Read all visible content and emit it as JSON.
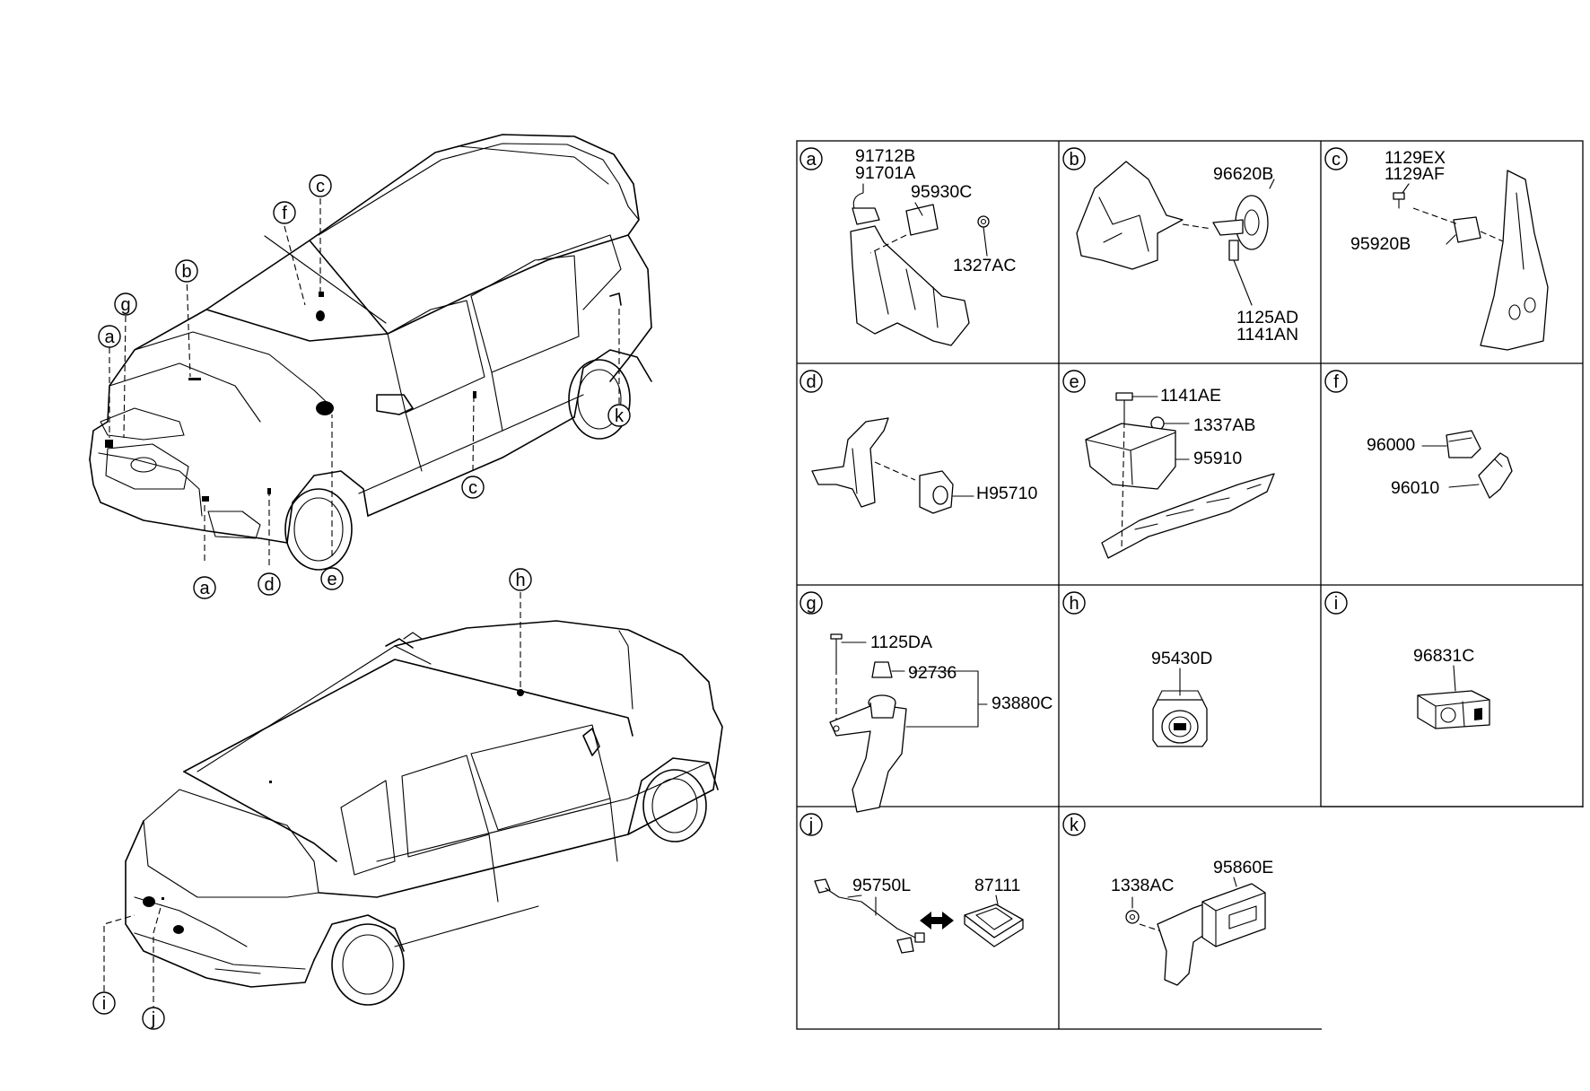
{
  "callouts": {
    "front_car": [
      "a",
      "b",
      "c",
      "d",
      "e",
      "f",
      "g",
      "c",
      "k"
    ],
    "rear_car": [
      "h",
      "i",
      "j"
    ]
  },
  "cells": [
    {
      "letter": "a",
      "parts": [
        "91712B",
        "91701A",
        "95930C",
        "1327AC"
      ]
    },
    {
      "letter": "b",
      "parts": [
        "96620B",
        "1125AD",
        "1141AN"
      ]
    },
    {
      "letter": "c",
      "parts": [
        "1129EX",
        "1129AF",
        "95920B"
      ]
    },
    {
      "letter": "d",
      "parts": [
        "H95710"
      ]
    },
    {
      "letter": "e",
      "parts": [
        "1141AE",
        "1337AB",
        "95910"
      ]
    },
    {
      "letter": "f",
      "parts": [
        "96000",
        "96010"
      ]
    },
    {
      "letter": "g",
      "parts": [
        "1125DA",
        "92736",
        "93880C"
      ]
    },
    {
      "letter": "h",
      "parts": [
        "95430D"
      ]
    },
    {
      "letter": "i",
      "parts": [
        "96831C"
      ]
    },
    {
      "letter": "j",
      "parts": [
        "95750L",
        "87111"
      ]
    },
    {
      "letter": "k",
      "parts": [
        "1338AC",
        "95860E"
      ]
    }
  ],
  "icons": {
    "double_arrow": "double-arrow-icon"
  }
}
